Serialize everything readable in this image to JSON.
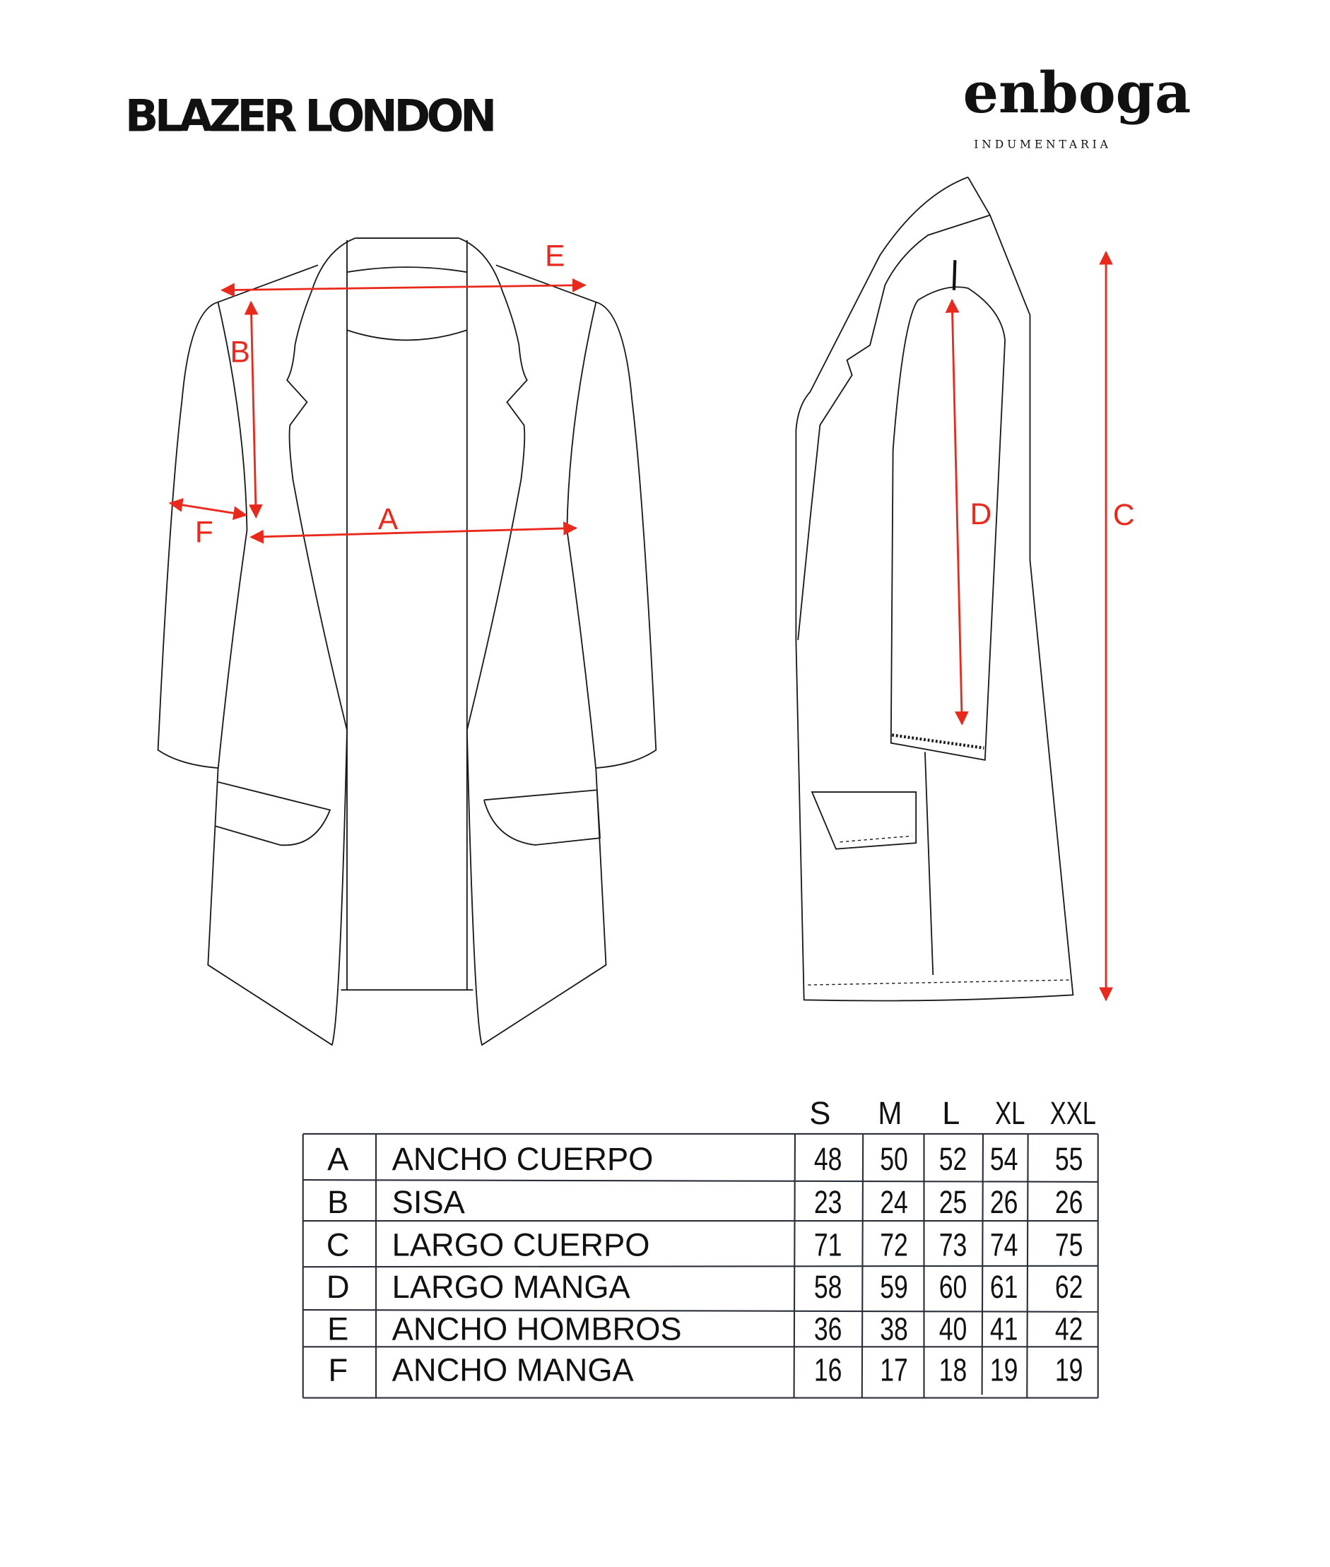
{
  "title": "BLAZER LONDON",
  "logo": {
    "name": "enboga",
    "tagline": "INDUMENTARIA"
  },
  "measure_labels": [
    "A",
    "B",
    "C",
    "D",
    "E",
    "F"
  ],
  "accent_color": "#e8291c",
  "table": {
    "sizes": [
      "S",
      "M",
      "L",
      "XL",
      "XXL"
    ],
    "rows": [
      {
        "code": "A",
        "name": "ANCHO CUERPO",
        "values": [
          "48",
          "50",
          "52",
          "54",
          "55"
        ]
      },
      {
        "code": "B",
        "name": "SISA",
        "values": [
          "23",
          "24",
          "25",
          "26",
          "26"
        ]
      },
      {
        "code": "C",
        "name": "LARGO CUERPO",
        "values": [
          "71",
          "72",
          "73",
          "74",
          "75"
        ]
      },
      {
        "code": "D",
        "name": "LARGO MANGA",
        "values": [
          "58",
          "59",
          "60",
          "61",
          "62"
        ]
      },
      {
        "code": "E",
        "name": "ANCHO HOMBROS",
        "values": [
          "36",
          "38",
          "40",
          "41",
          "42"
        ]
      },
      {
        "code": "F",
        "name": "ANCHO MANGA",
        "values": [
          "16",
          "17",
          "18",
          "19",
          "19"
        ]
      }
    ]
  }
}
